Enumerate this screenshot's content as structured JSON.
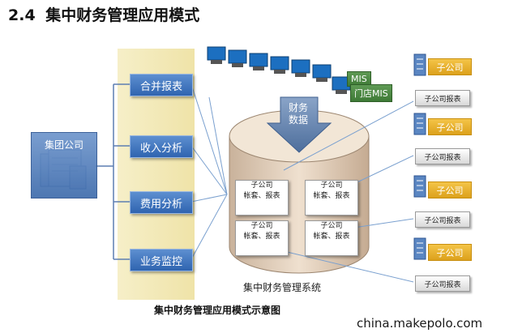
{
  "title": {
    "number": "2.4",
    "text": "集中财务管理应用模式"
  },
  "group": {
    "label": "集团公司"
  },
  "functions": [
    "合并报表",
    "收入分析",
    "费用分析",
    "业务监控"
  ],
  "mis_labels": [
    "MIS",
    "门店MIS"
  ],
  "flow_label": {
    "line1": "财务",
    "line2": "数据"
  },
  "inner_cards": [
    {
      "line1": "子公司",
      "line2": "帐套、报表"
    },
    {
      "line1": "子公司",
      "line2": "帐套、报表"
    },
    {
      "line1": "子公司",
      "line2": "帐套、报表"
    },
    {
      "line1": "子公司",
      "line2": "帐套、报表"
    }
  ],
  "system_label": "集中财务管理系统",
  "subsidiaries": [
    {
      "company": "子公司",
      "report": "子公司报表"
    },
    {
      "company": "子公司",
      "report": "子公司报表"
    },
    {
      "company": "子公司",
      "report": "子公司报表"
    },
    {
      "company": "子公司",
      "report": "子公司报表"
    }
  ],
  "caption": "集中财务管理应用模式示意图",
  "footer": "china.makepolo.com",
  "colors": {
    "nav_blue": "#3a72c0",
    "mis_green": "#4a8a42",
    "gold": "#e3a826",
    "cylinder": "#e4cfb8"
  }
}
